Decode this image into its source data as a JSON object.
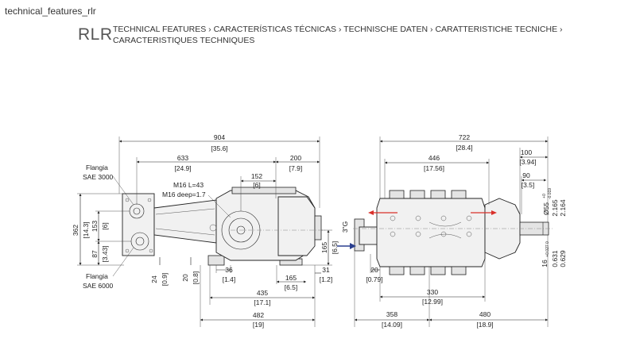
{
  "file_label": "technical_features_rlr",
  "header": {
    "model": "RLR",
    "title_line1": "TECHNICAL FEATURES › CARACTERÍSTICAS TÉCNICAS › TECHNISCHE DATEN ›  CARATTERISTICHE TECNICHE ›",
    "title_line2": "CARACTERISTIQUES TECHNIQUES"
  },
  "labels": {
    "flange_top_1": "Flangia",
    "flange_top_2": "SAE 3000",
    "flange_bottom_1": "Flangia",
    "flange_bottom_2": "SAE 6000",
    "thread_1": "M16 L=43",
    "thread_2": "M16 deep=1.7",
    "inlet": "3\"G"
  },
  "side_view": {
    "overall_mm": "904",
    "overall_in": "[35.6]",
    "d633_mm": "633",
    "d633_in": "[24.9]",
    "d200_mm": "200",
    "d200_in": "[7.9]",
    "d152_mm": "152",
    "d152_in": "[6]",
    "d362_mm": "362",
    "d362_in": "[14.3]",
    "d153_mm": "153",
    "d153_in": "[6]",
    "d87_mm": "87",
    "d87_in": "[3.43]",
    "d165v_mm": "165",
    "d165v_in": "[6.5]",
    "d24_mm": "24",
    "d24_in": "[0.9]",
    "d20_mm": "20",
    "d20_in": "[0.8]",
    "d36_mm": "36",
    "d36_in": "[1.4]",
    "d165_mm": "165",
    "d165_in": "[6.5]",
    "d31_mm": "31",
    "d31_in": "[1.2]",
    "d435_mm": "435",
    "d435_in": "[17.1]",
    "d482_mm": "482",
    "d482_in": "[19]"
  },
  "top_view": {
    "d722_mm": "722",
    "d722_in": "[28.4]",
    "d446_mm": "446",
    "d446_in": "[17.56]",
    "d100_mm": "100",
    "d100_in": "[3.94]",
    "d90_mm": "90",
    "d90_in": "[3.5]",
    "shaft_dia": "Ø55",
    "shaft_tol_upper": "+0",
    "shaft_tol_lower": "-0.019",
    "shaft_in_1": "2.165",
    "shaft_in_2": "2.164",
    "key_width": "16",
    "key_tol": "+0.027 0",
    "key_in_1": "0.631",
    "key_in_2": "0.629",
    "d20_mm": "20",
    "d20_in": "[0.79]",
    "d330_mm": "330",
    "d330_in": "[12.99]",
    "d358_mm": "358",
    "d358_in": "[14.09]",
    "d480_mm": "480",
    "d480_in": "[18.9]"
  },
  "colors": {
    "inlet_arrow": "#2a3f8f",
    "flow_arrow": "#d9302a"
  }
}
